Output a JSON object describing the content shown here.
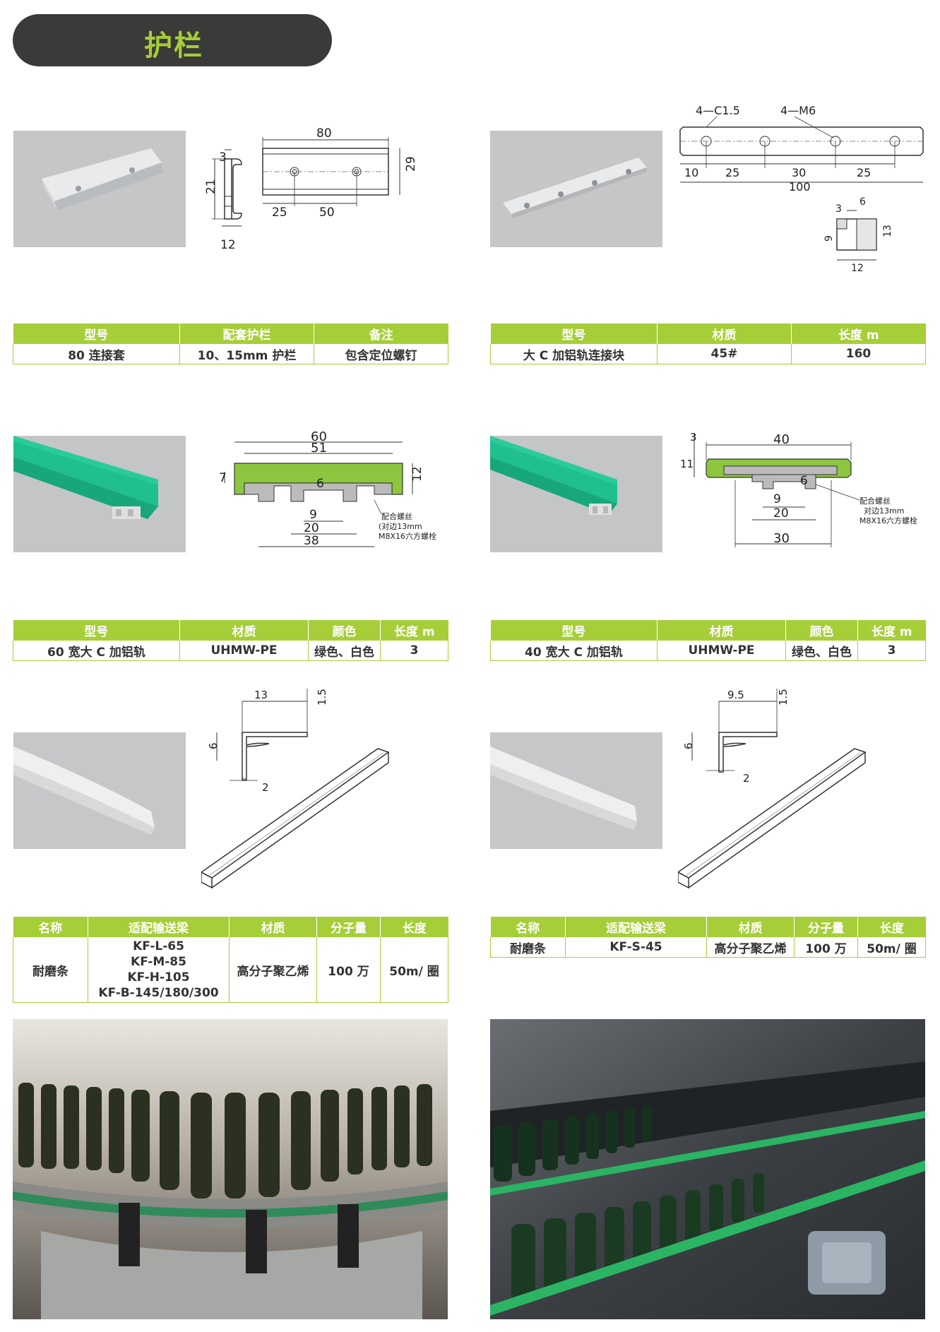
{
  "header": {
    "title": "护栏"
  },
  "colors": {
    "accent": "#a6ce39",
    "pill": "#3a3a38",
    "table_border": "#a6ce39"
  },
  "row1": {
    "left": {
      "dims": {
        "top": "80",
        "height": "29",
        "hole_a": "25",
        "hole_b": "50",
        "side_w": "3",
        "side_h": "21",
        "side_b": "12"
      },
      "table": {
        "headers": [
          "型号",
          "配套护栏",
          "备注"
        ],
        "row": [
          "80 连接套",
          "10、15mm 护栏",
          "包含定位螺钉"
        ]
      }
    },
    "right": {
      "dims": {
        "chamfer": "4—C1.5",
        "thread": "4—M6",
        "d1": "10",
        "d2": "25",
        "d3": "30",
        "d4": "25",
        "total": "100",
        "s1": "3",
        "s2": "6",
        "s3": "9",
        "s4": "13",
        "s5": "12"
      },
      "table": {
        "headers": [
          "型号",
          "材质",
          "长度 m"
        ],
        "row": [
          "大 C 加铝轨连接块",
          "45#",
          "160"
        ]
      }
    }
  },
  "row2": {
    "left": {
      "dims": {
        "outer": "60",
        "inner": "51",
        "left_h": "7",
        "right_h": "12",
        "slot": "6",
        "gap": "9",
        "w20": "20",
        "w38": "38"
      },
      "note": [
        "配合螺丝",
        "(对边13mm",
        "M8X16六方螺栓"
      ],
      "table": {
        "headers": [
          "型号",
          "材质",
          "颜色",
          "长度 m"
        ],
        "row": [
          "60 宽大 C 加铝轨",
          "UHMW-PE",
          "绿色、白色",
          "3"
        ]
      }
    },
    "right": {
      "dims": {
        "top3": "3",
        "h11": "11",
        "outer": "40",
        "slot": "6",
        "gap": "9",
        "w20": "20",
        "w30": "30"
      },
      "note": [
        "配合螺丝",
        "对边13mm",
        "M8X16六方螺栓"
      ],
      "table": {
        "headers": [
          "型号",
          "材质",
          "颜色",
          "长度 m"
        ],
        "row": [
          "40 宽大 C 加铝轨",
          "UHMW-PE",
          "绿色、白色",
          "3"
        ]
      }
    }
  },
  "row3": {
    "left": {
      "dims": {
        "w": "13",
        "t": "1.5",
        "h": "6",
        "b": "2"
      },
      "table": {
        "headers": [
          "名称",
          "适配输送梁",
          "材质",
          "分子量",
          "长度"
        ],
        "name": "耐磨条",
        "beams": [
          "KF-L-65",
          "KF-M-85",
          "KF-H-105",
          "KF-B-145/180/300"
        ],
        "material": "高分子聚乙烯",
        "mw": "100 万",
        "length": "50m/ 圈"
      }
    },
    "right": {
      "dims": {
        "w": "9.5",
        "t": "1.5",
        "h": "6",
        "b": "2"
      },
      "table": {
        "headers": [
          "名称",
          "适配输送梁",
          "材质",
          "分子量",
          "长度"
        ],
        "row": [
          "耐磨条",
          "KF-S-45",
          "高分子聚乙烯",
          "100 万",
          "50m/ 圈"
        ]
      }
    }
  }
}
